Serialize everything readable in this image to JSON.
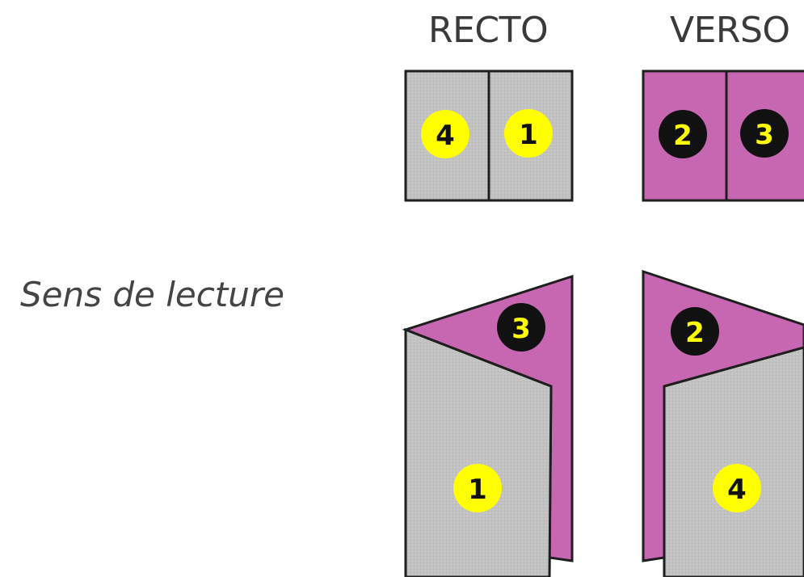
{
  "headings": {
    "recto": "RECTO",
    "verso": "VERSO"
  },
  "caption": "Sens de lecture",
  "colors": {
    "paper_gray": "#c2c2c2",
    "paper_magenta": "#c867b1",
    "outline": "#1e1e1e",
    "badge_yellow": "#ffff00",
    "badge_black": "#111111"
  },
  "flat_layout": {
    "recto": {
      "panels": [
        "4",
        "1"
      ]
    },
    "verso": {
      "panels": [
        "2",
        "3"
      ]
    }
  },
  "folded_layout": {
    "left": {
      "front": "1",
      "flap": "3"
    },
    "right": {
      "front": "4",
      "flap": "2"
    }
  }
}
